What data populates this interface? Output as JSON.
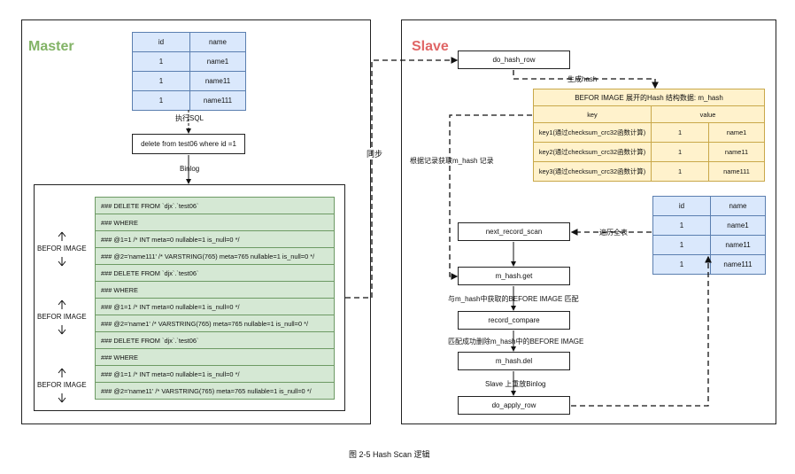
{
  "master": {
    "title": "Master",
    "table": {
      "headers": [
        "id",
        "name"
      ],
      "rows": [
        [
          "1",
          "name1"
        ],
        [
          "1",
          "name11"
        ],
        [
          "1",
          "name111"
        ]
      ]
    },
    "exec_label": "执行SQL",
    "sql": "delete from test06 where id =1",
    "binlog_label": "Binlog",
    "binlog_rows": [
      "### DELETE FROM `djx`.`test06`",
      "### WHERE",
      "###   @1=1 /* INT meta=0 nullable=1 is_null=0 */",
      "###   @2='name111' /* VARSTRING(765) meta=765 nullable=1 is_null=0 */",
      "### DELETE FROM `djx`.`test06`",
      "### WHERE",
      "###   @1=1 /* INT meta=0 nullable=1 is_null=0 */",
      "###   @2='name1' /* VARSTRING(765) meta=765 nullable=1 is_null=0 */",
      "### DELETE FROM `djx`.`test06`",
      "### WHERE",
      "###   @1=1 /* INT meta=0 nullable=1 is_null=0 */",
      "###   @2='name11' /* VARSTRING(765) meta=765 nullable=1 is_null=0 */"
    ],
    "before_image_label": "BEFOR IMAGE"
  },
  "sync_label": "同步",
  "slave": {
    "title": "Slave",
    "do_hash_row": "do_hash_row",
    "gen_hash_label": "生成hash",
    "hash_table": {
      "title": "BEFOR IMAGE 展开的Hash 结构数据: m_hash",
      "headers": [
        "key",
        "value"
      ],
      "rows": [
        [
          "key1(通过checksum_crc32函数计算)",
          "1",
          "name1"
        ],
        [
          "key2(通过checksum_crc32函数计算)",
          "1",
          "name11"
        ],
        [
          "key3(通过checksum_crc32函数计算)",
          "1",
          "name111"
        ]
      ]
    },
    "fetch_label": "根据记录获取m_hash 记录",
    "next_record_scan": "next_record_scan",
    "full_scan_label": "遍历全表",
    "table": {
      "headers": [
        "id",
        "name"
      ],
      "rows": [
        [
          "1",
          "name1"
        ],
        [
          "1",
          "name11"
        ],
        [
          "1",
          "name111"
        ]
      ]
    },
    "m_hash_get": "m_hash.get",
    "match_label": "与m_hash中获取的BEFORE IMAGE 匹配",
    "record_compare": "record_compare",
    "delete_label": "匹配成功删除m_hash中的BEFORE IMAGE",
    "m_hash_del": "m_hash.del",
    "replay_label": "Slave 上重放Binlog",
    "do_apply_row": "do_apply_row"
  },
  "caption": "图 2-5 Hash Scan 逻辑",
  "colors": {
    "master_title": "#82b366",
    "slave_title": "#e06666"
  }
}
